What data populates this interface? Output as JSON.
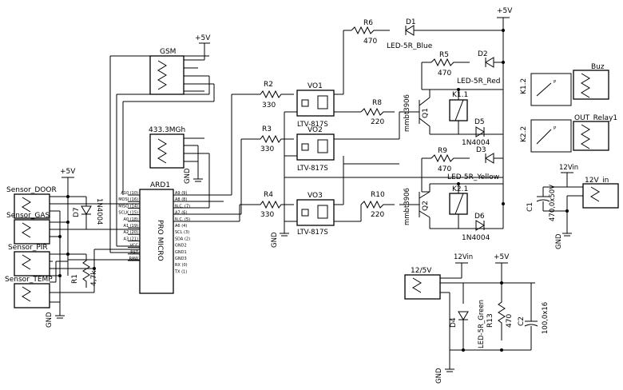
{
  "supply": {
    "v5": "+5V",
    "v12": "12Vin",
    "gnd": "GND"
  },
  "mcu": {
    "ref": "ARD1",
    "name": "PRO MICRO",
    "left_pins": [
      "A10 (10)",
      "MOSI (16)",
      "MISO (14)",
      "SCLK (15)",
      "A0 (18)",
      "A1 (19)",
      "A2 (20)",
      "A3 (21)",
      "VCC",
      "RST",
      "RAW"
    ],
    "right_pins": [
      "A9 (9)",
      "A8 (8)",
      "N.C. (7)",
      "A7 (6)",
      "N.C. (5)",
      "A6 (4)",
      "SCL (3)",
      "SDA (2)",
      "GND2",
      "GND1",
      "GND3",
      "RX (0)",
      "TX (1)"
    ]
  },
  "connectors": {
    "gsm": "GSM",
    "rf": "433.3MGh",
    "door": "Sensor_DOOR",
    "gas": "Sensor_GAS",
    "pir": "Sensor_PIR",
    "temp": "Sensor_TEMP",
    "buz": "Buz",
    "relay": "OUT_Relay1",
    "v12in": "12V_in",
    "v12_5": "12/5V"
  },
  "parts": {
    "R1": "R1",
    "R1v": "4,7k",
    "D7": "D7",
    "D7v": "1N4004",
    "R2": "R2",
    "R3": "R3",
    "R4": "R4",
    "R234v": "330",
    "VO1": "VO1",
    "VO2": "VO2",
    "VO3": "VO3",
    "opto": "LTV-817S",
    "R6": "R6",
    "R6v": "470",
    "D1": "D1",
    "D1v": "LED-5R_Blue",
    "R5": "R5",
    "R5v": "470",
    "D2": "D2",
    "D2v": "LED-5R_Red",
    "R8": "R8",
    "R8v": "220",
    "Q1": "Q1",
    "Qv": "mmbt3906",
    "K11": "K1.1",
    "K12": "K1.2",
    "D5": "D5",
    "D5v": "1N4004",
    "R9": "R9",
    "R9v": "470",
    "D3": "D3",
    "D3v": "LED-5R_Yellow",
    "R10": "R10",
    "R10v": "220",
    "Q2": "Q2",
    "K21": "K2.1",
    "K22": "K2.2",
    "D6": "D6",
    "D6v": "1N4004",
    "C1": "C1",
    "C1v": "470,0x50V",
    "D4": "D4",
    "D4v": "LED-5R_Green",
    "R13": "R13",
    "R13v": "470",
    "C2": "C2",
    "C2v": "100,0x16",
    "P": "P"
  }
}
